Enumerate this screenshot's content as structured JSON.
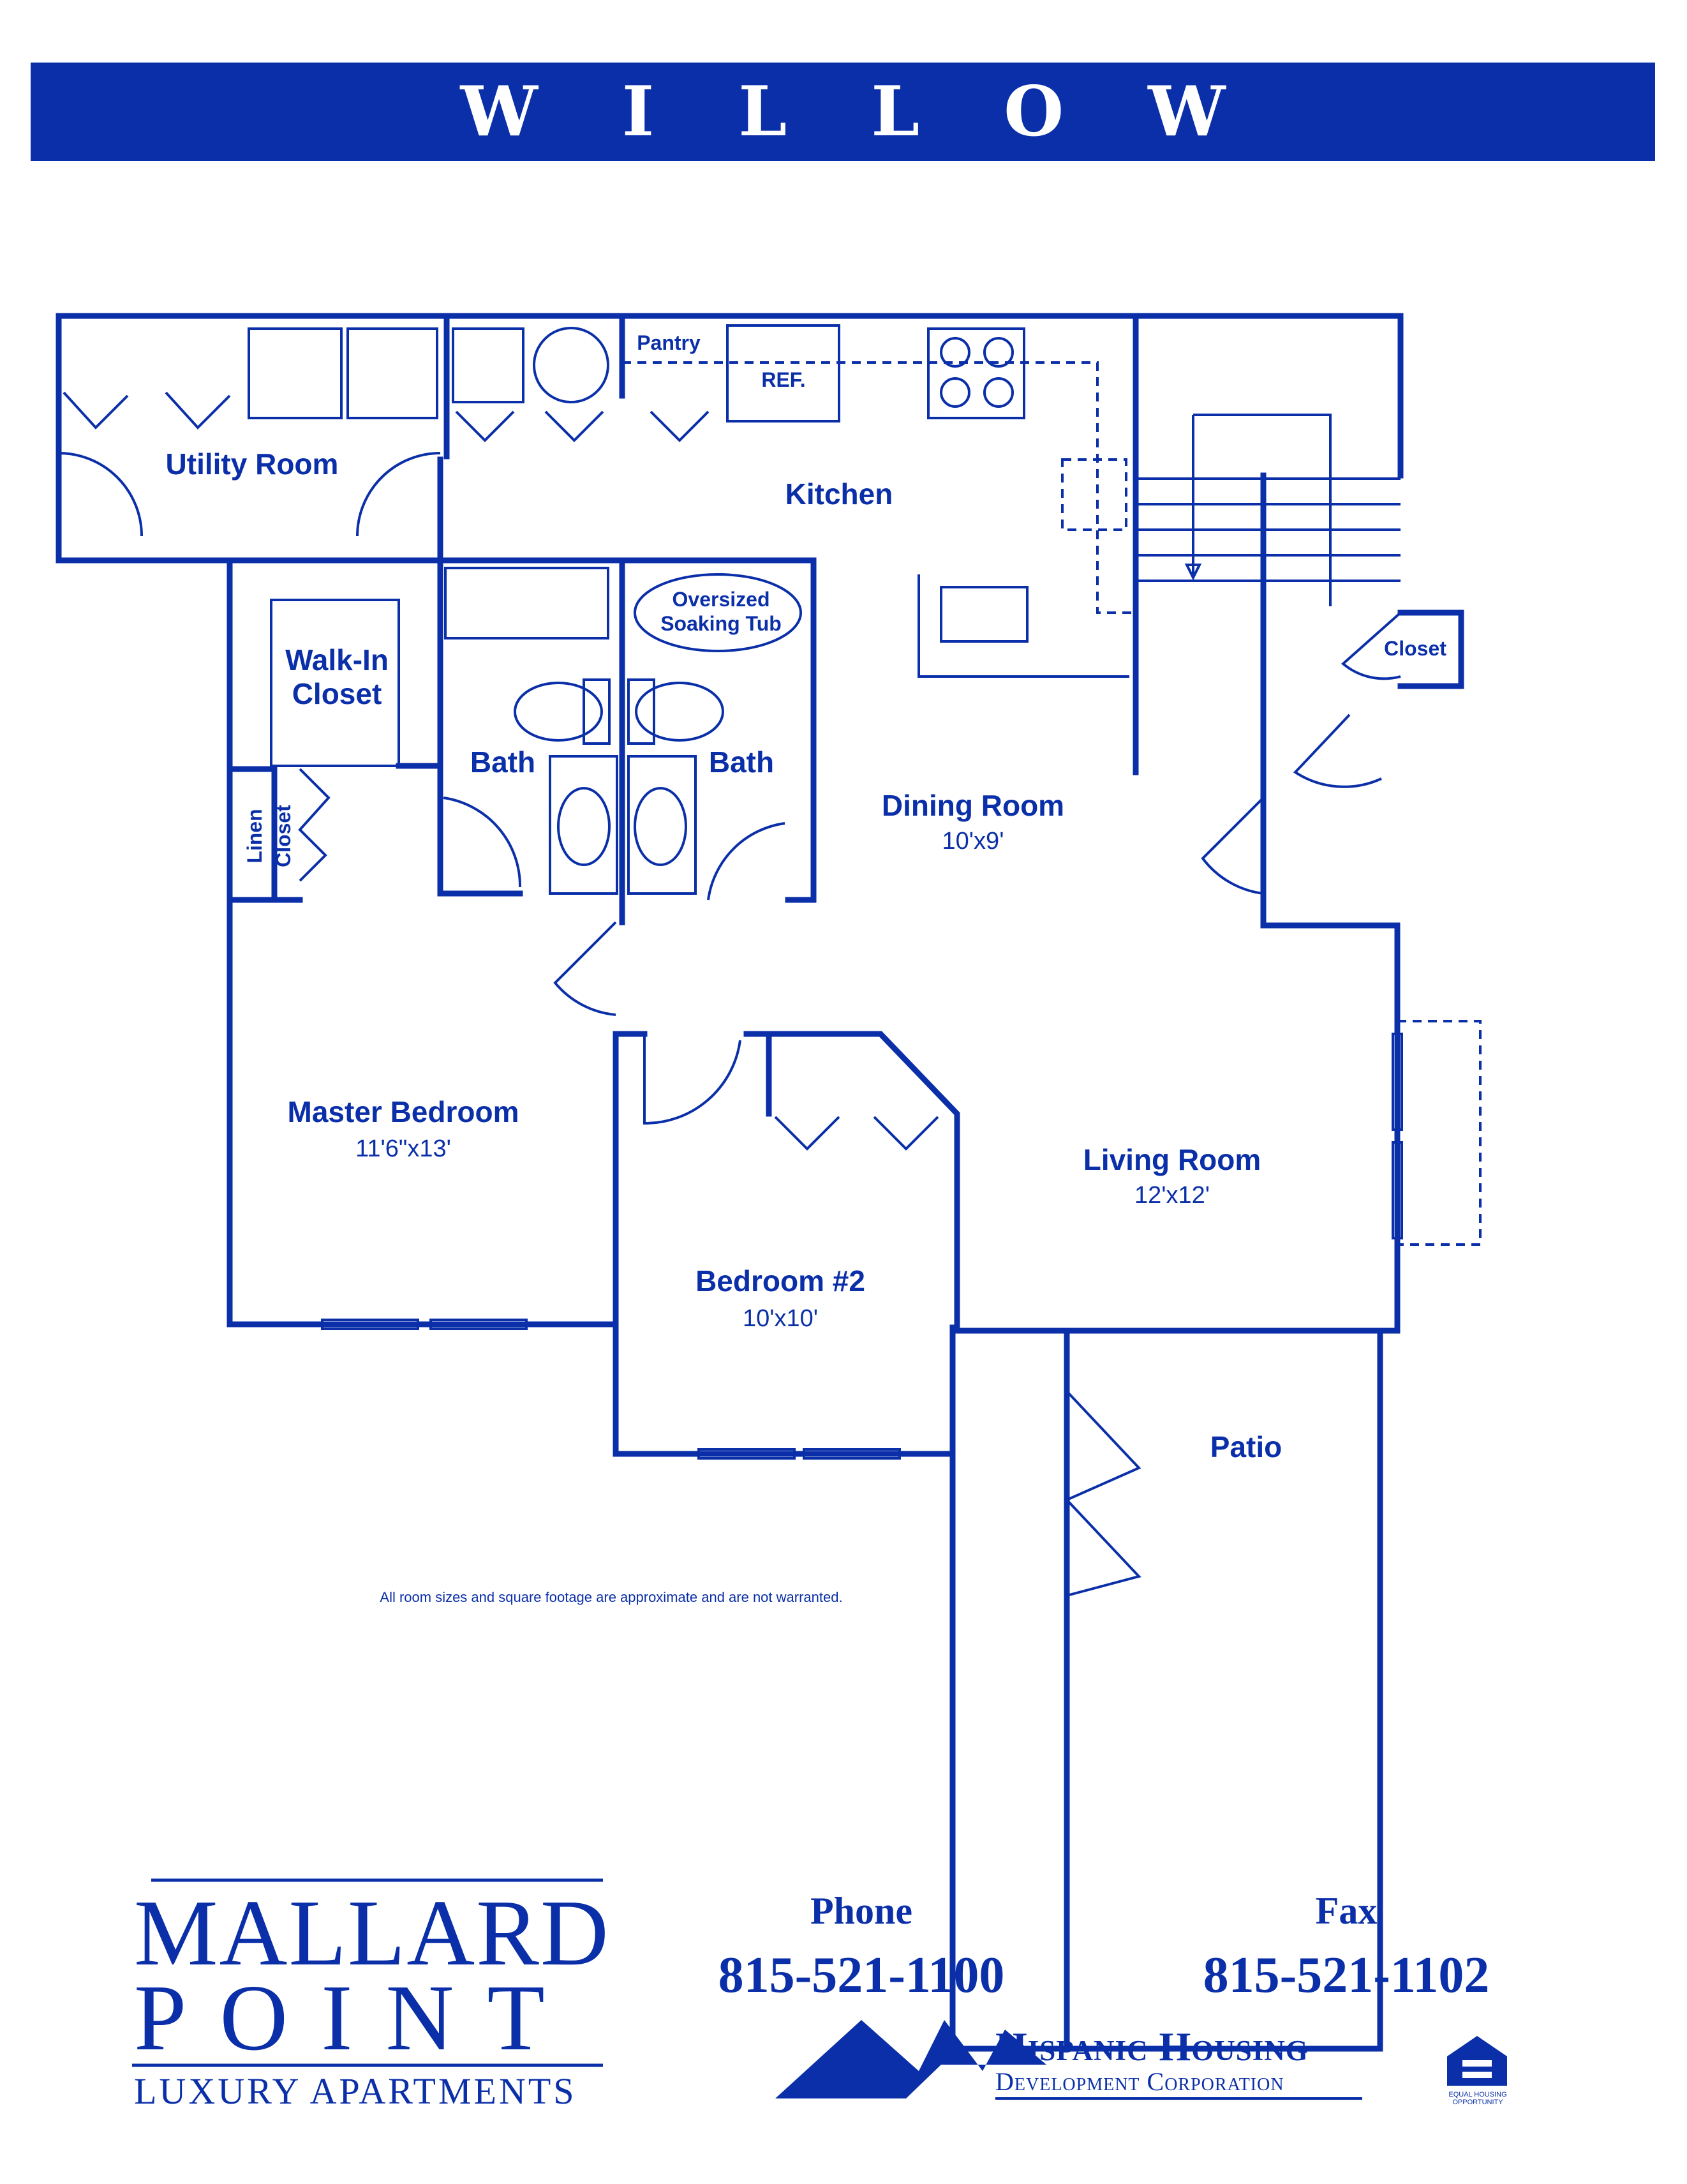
{
  "header": {
    "title": "WILLOW"
  },
  "rooms": {
    "utility": "Utility Room",
    "pantry": "Pantry",
    "ref": "REF.",
    "kitchen": "Kitchen",
    "oversized": "Oversized",
    "soaking_tub": "Soaking Tub",
    "walkin_1": "Walk-In",
    "walkin_2": "Closet",
    "closet": "Closet",
    "bath_left": "Bath",
    "bath_right": "Bath",
    "linen": "Linen",
    "linen_closet": "Closet",
    "dining": {
      "name": "Dining Room",
      "size": "10'x9'"
    },
    "master": {
      "name": "Master Bedroom",
      "size": "11'6\"x13'"
    },
    "living": {
      "name": "Living Room",
      "size": "12'x12'"
    },
    "bedroom2": {
      "name": "Bedroom #2",
      "size": "10'x10'"
    },
    "patio": "Patio"
  },
  "disclaimer": "All room sizes and square footage are approximate and are not warranted.",
  "footer": {
    "brand_line1": "MALLARD",
    "brand_line2": "POINT",
    "brand_line3": "LUXURY APARTMENTS",
    "phone_label": "Phone",
    "phone": "815-521-1100",
    "fax_label": "Fax",
    "fax": "815-521-1102",
    "org_line1": "Hispanic Housing",
    "org_line2": "Development Corporation",
    "eho": "EQUAL HOUSING OPPORTUNITY"
  },
  "colors": {
    "brand_blue": "#0a2fa8",
    "background": "#ffffff"
  }
}
